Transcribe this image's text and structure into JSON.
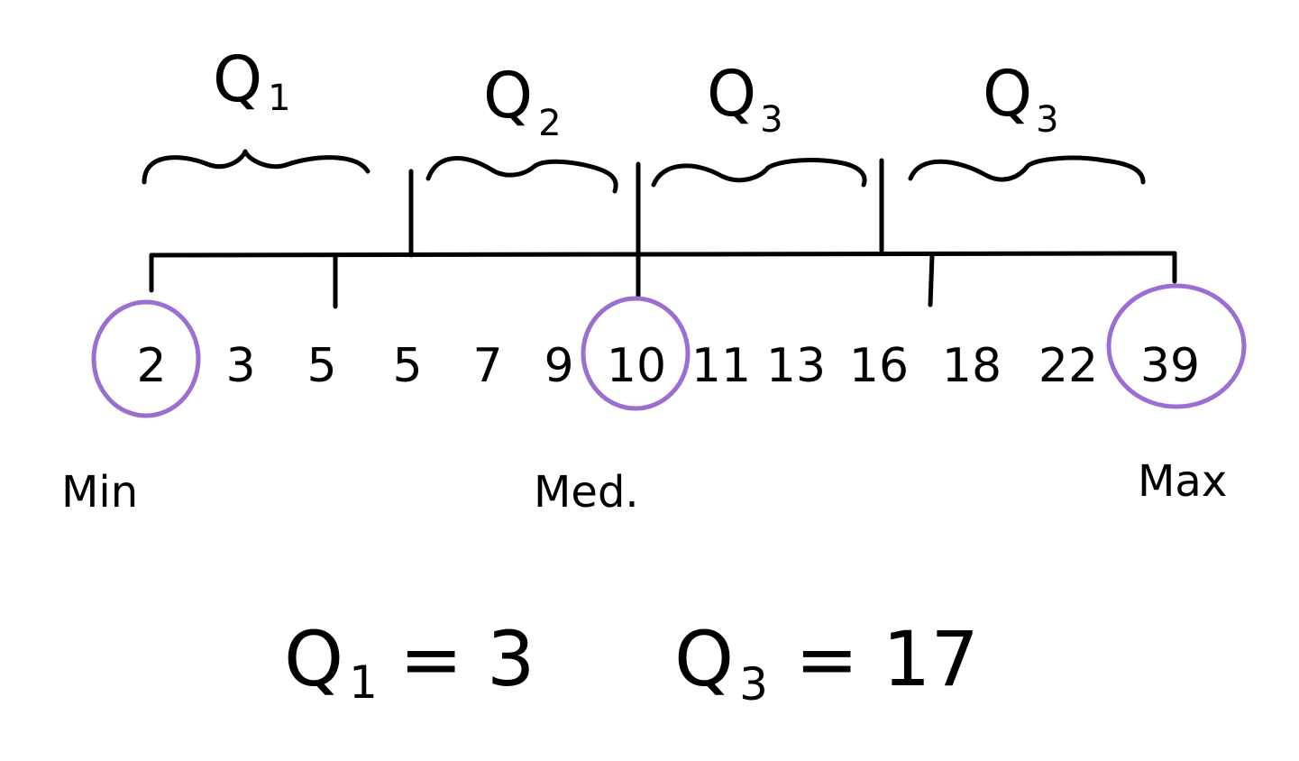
{
  "quartile_labels": [
    {
      "main": "Q",
      "sub": "1"
    },
    {
      "main": "Q",
      "sub": "2"
    },
    {
      "main": "Q",
      "sub": "3"
    },
    {
      "main": "Q",
      "sub": "3"
    }
  ],
  "values": [
    "2",
    "3",
    "5",
    "5",
    "7",
    "9",
    "10",
    "11",
    "13",
    "16",
    "18",
    "22",
    "39"
  ],
  "circled_values": [
    "2",
    "10",
    "39"
  ],
  "labels": {
    "min": "Min",
    "median": "Med.",
    "max": "Max"
  },
  "results": {
    "q1": {
      "main": "Q",
      "sub": "1",
      "rest": "= 3"
    },
    "q3": {
      "main": "Q",
      "sub": "3",
      "rest": "= 17"
    }
  },
  "colors": {
    "ink": "#000000",
    "circle": "#9b6fd1"
  }
}
